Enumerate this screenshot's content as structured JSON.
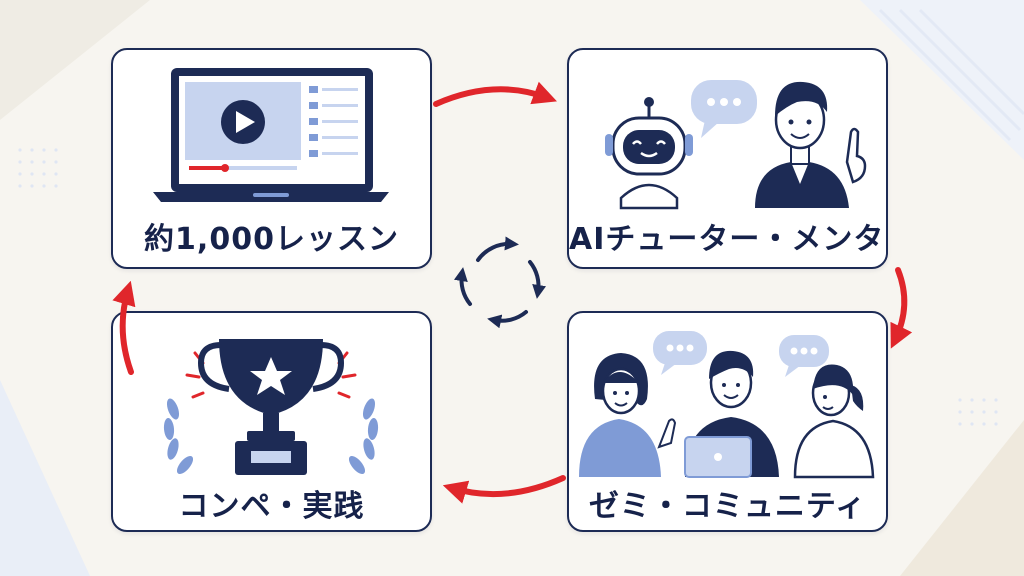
{
  "cards": {
    "lessons": {
      "label": "約1,000レッスン"
    },
    "ai_tutor": {
      "label": "AIチューター・メンター"
    },
    "competition": {
      "label": "コンペ・実践"
    },
    "community": {
      "label": "ゼミ・コミュニティ"
    }
  },
  "colors": {
    "navy": "#1d2b55",
    "accent_blue": "#7f9bd6",
    "light_blue": "#c7d4ef",
    "arrow_red": "#e0262b",
    "background": "#f7f5f0"
  },
  "icons": {
    "lessons": "laptop-video-icon",
    "ai_tutor": "robot-and-mentor-icon",
    "competition": "trophy-icon",
    "community": "group-discussion-icon",
    "center": "cycle-arrows-icon"
  }
}
